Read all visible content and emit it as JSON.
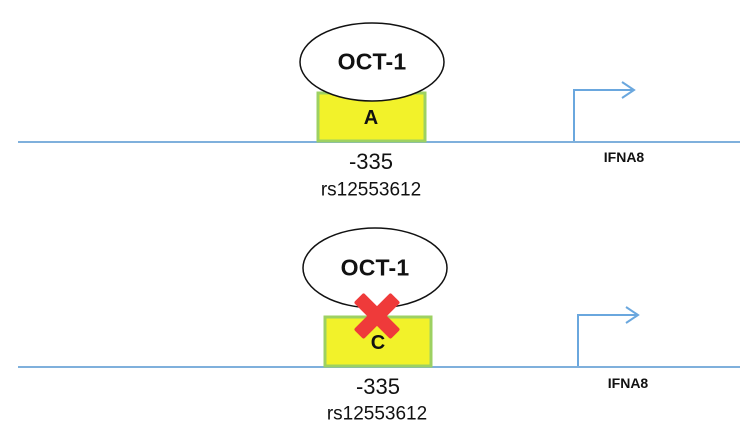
{
  "colors": {
    "dna_line": "#7fb0dc",
    "allele_box_fill": "#f2f22a",
    "allele_box_stroke": "#9dd162",
    "blocked_cross": "#ef3a3a",
    "tss_arrow": "#6aa7de"
  },
  "panels": [
    {
      "state": "bound",
      "protein": "OCT-1",
      "allele": "A",
      "position": "-335",
      "snp_id": "rs12553612",
      "gene": "IFNA8",
      "binding_blocked": false
    },
    {
      "state": "blocked",
      "protein": "OCT-1",
      "allele": "C",
      "position": "-335",
      "snp_id": "rs12553612",
      "gene": "IFNA8",
      "binding_blocked": true,
      "blocked_icon": "cross-icon"
    }
  ]
}
